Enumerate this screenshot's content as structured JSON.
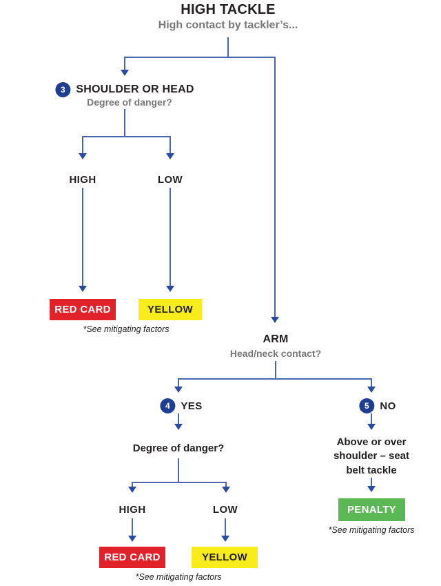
{
  "title": "HIGH TACKLE",
  "subtitle": "High contact by tackler’s...",
  "colors": {
    "line": "#4a66b0",
    "arrow": "#2b4ba3",
    "circle": "#1f3d91",
    "red": "#e2222a",
    "yellow": "#f8ec1b",
    "green": "#5cb854",
    "gray": "#77787b",
    "ink": "#231f20"
  },
  "branch_shoulder": {
    "badge": "3",
    "label": "SHOULDER OR HEAD",
    "question": "Degree of danger?",
    "high_label": "HIGH",
    "low_label": "LOW",
    "red_card_label": "RED CARD",
    "yellow_card_label": "YELLOW",
    "note": "*See mitigating factors"
  },
  "branch_arm": {
    "label": "ARM",
    "question": "Head/neck contact?",
    "yes": {
      "badge": "4",
      "label": "YES",
      "question": "Degree of danger?",
      "high_label": "HIGH",
      "low_label": "LOW",
      "red_card_label": "RED CARD",
      "yellow_card_label": "YELLOW",
      "note": "*See mitigating factors"
    },
    "no": {
      "badge": "5",
      "label": "NO",
      "description": "Above or over shoulder – seat belt tackle",
      "penalty_label": "PENALTY",
      "note": "*See mitigating factors"
    }
  }
}
